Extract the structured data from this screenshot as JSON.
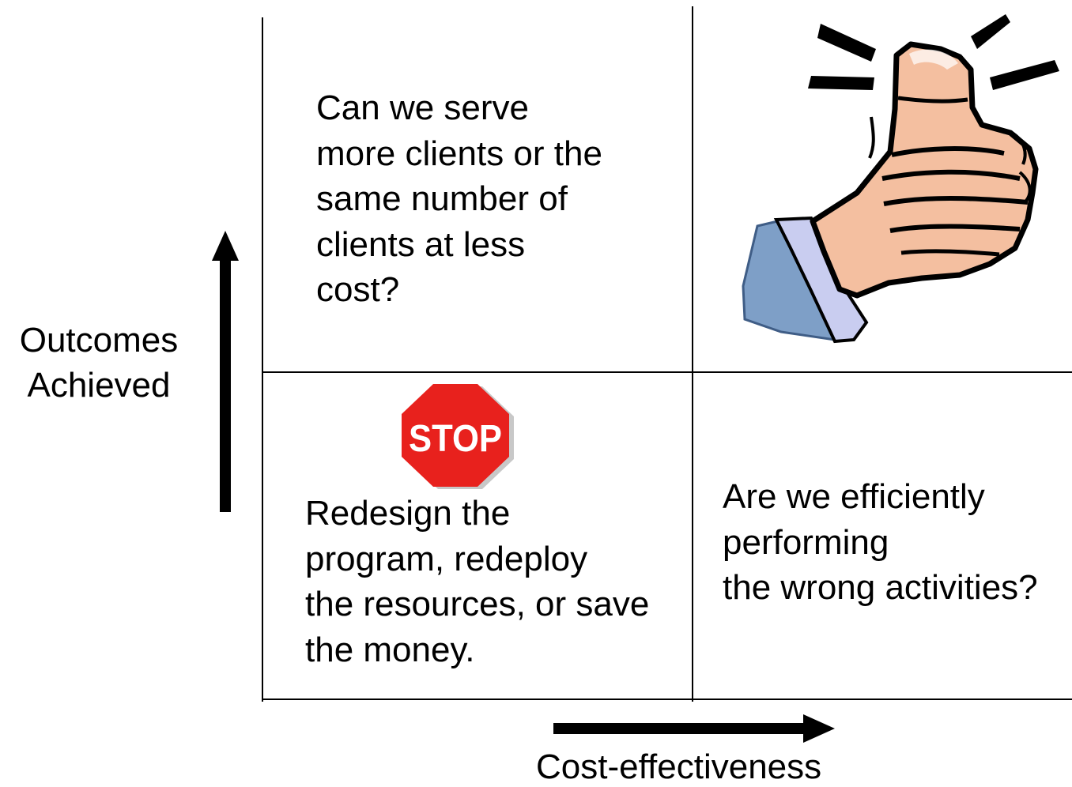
{
  "diagram": {
    "y_axis_label": "Outcomes\nAchieved",
    "x_axis_label": "Cost-effectiveness",
    "quadrants": {
      "top_left": "Can we serve\nmore clients or the\nsame number of\nclients at less\ncost?",
      "top_right_image": "thumbs-up",
      "bottom_left_sign": "STOP",
      "bottom_left": "Redesign the\nprogram, redeploy\nthe resources, or save\nthe money.",
      "bottom_right": "Are we efficiently\nperforming\nthe wrong activities?"
    }
  },
  "colors": {
    "stop_sign": "#e8211d",
    "skin": "#f4bfa0",
    "sleeve": "#7e9fc7",
    "cuff": "#c9cdf0"
  }
}
